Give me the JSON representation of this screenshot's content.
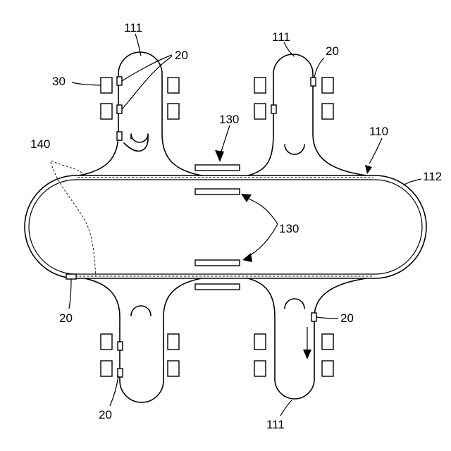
{
  "labels": {
    "loop_top_left": "111",
    "loop_top_right": "111",
    "loop_bottom_right": "111",
    "sensor_top_left": "20",
    "sensor_top_right": "20",
    "sensor_left_mid": "20",
    "sensor_bottom_right": "20",
    "sensor_bottom_left": "20",
    "station": "30",
    "guide_top": "130",
    "guide_middle": "130",
    "route": "110",
    "rail": "112",
    "wiring": "140"
  }
}
